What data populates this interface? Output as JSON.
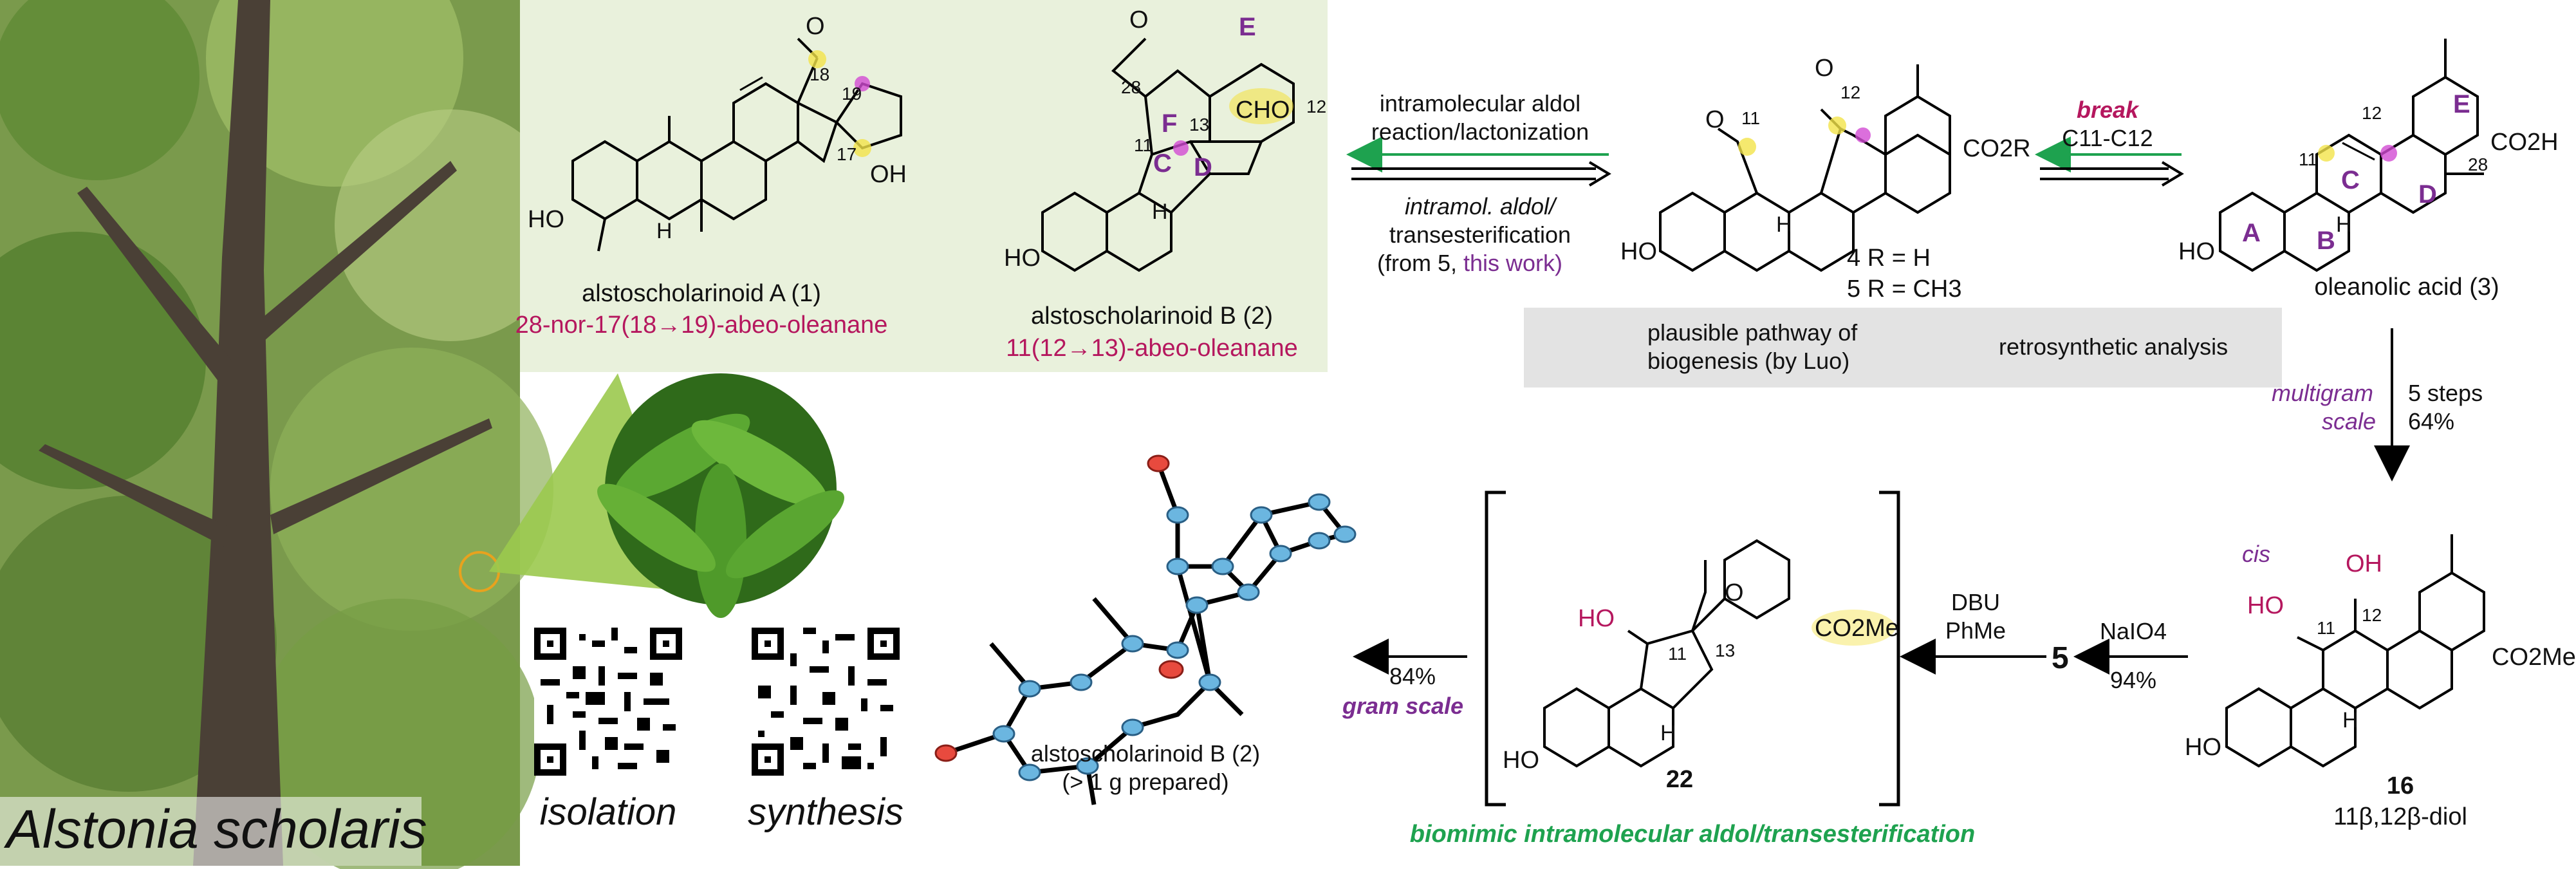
{
  "photo_caption": "Alstonia scholaris",
  "qr_labels": {
    "isolation": "isolation",
    "synthesis": "synthesis"
  },
  "compound1": {
    "name": "alstoscholarinoid A (1)",
    "skeleton": "28-nor-17(18→19)-abeo-oleanane",
    "labels": {
      "n18": "18",
      "n19": "19",
      "n17": "17",
      "oh": "OH",
      "ho": "HO",
      "o": "O",
      "h": "H"
    }
  },
  "compound2": {
    "name": "alstoscholarinoid B (2)",
    "skeleton": "11(12→13)-abeo-oleanane",
    "labels": {
      "n28": "28",
      "e": "E",
      "f": "F",
      "c": "C",
      "d": "D",
      "n11": "11",
      "n13": "13",
      "n12": "12",
      "cho": "CHO",
      "ho": "HO",
      "o": "O",
      "h": "H"
    }
  },
  "arrow_top": {
    "line1": "intramolecular aldol",
    "line2": "reaction/lactonization",
    "line3": "intramol. aldol/",
    "line4": "transesterification",
    "line5_pre": "(from 5, ",
    "line5_post": "this work)"
  },
  "compound45": {
    "n11": "11",
    "n12": "12",
    "co2r": "CO2R",
    "ho": "HO",
    "o": "O",
    "h": "H",
    "r_h": "4 R = H",
    "r_ch3": "5 R = CH3"
  },
  "break_arrow": {
    "label1": "break",
    "label2": "C11-C12"
  },
  "oleanolic": {
    "name": "oleanolic acid (3)",
    "n11": "11",
    "n12": "12",
    "n28": "28",
    "rings": [
      "A",
      "B",
      "C",
      "D",
      "E"
    ],
    "co2h": "CO2H",
    "ho": "HO",
    "h": "H"
  },
  "legend": {
    "green_text1": "plausible pathway of",
    "green_text2": "biogenesis (by Luo)",
    "retro_text": "retrosynthetic analysis"
  },
  "step_right": {
    "scale1": "multigram",
    "scale2": "scale",
    "steps": "5 steps",
    "yield": "64%"
  },
  "compound16": {
    "cis": "cis",
    "oh": "OH",
    "ho": "HO",
    "n11": "11",
    "n12": "12",
    "co2me": "CO2Me",
    "ho2": "HO",
    "id": "16",
    "name": "11β,12β-diol",
    "h": "H"
  },
  "naio4_step": {
    "reagent": "NaIO4",
    "yield": "94%",
    "product": "5"
  },
  "dbu_step": {
    "reagent1": "DBU",
    "reagent2": "PhMe"
  },
  "compound22": {
    "id": "22",
    "ho": "HO",
    "ho2": "HO",
    "n11": "11",
    "n13": "13",
    "co2me": "CO2Me",
    "o": "O",
    "h": "H"
  },
  "bottom_caption": "biomimic intramolecular aldol/transesterification",
  "final_step": {
    "yield": "84%",
    "scale": "gram scale"
  },
  "xray": {
    "name": "alstoscholarinoid B (2)",
    "note": "(> 1 g prepared)"
  }
}
